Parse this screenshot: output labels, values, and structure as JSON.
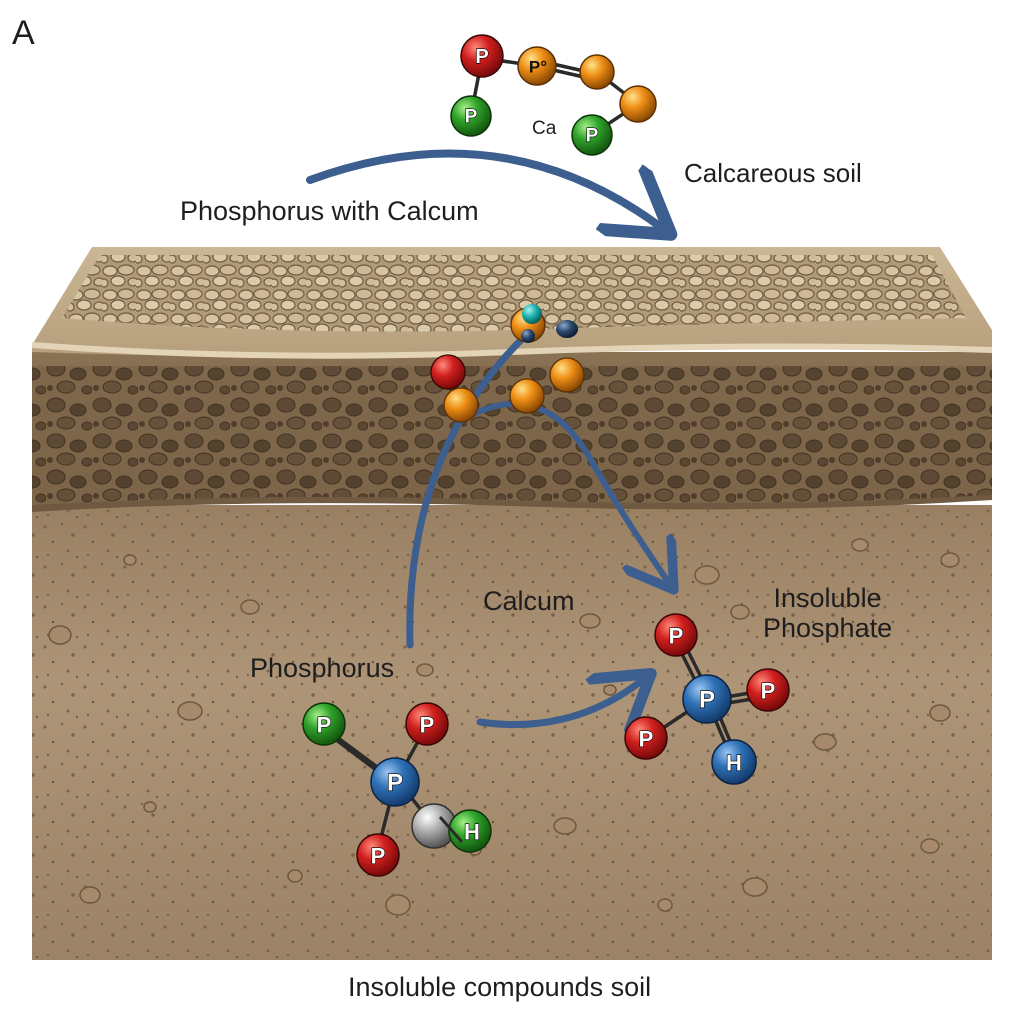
{
  "panel_letter": "A",
  "labels": {
    "phosphorus_with_calcium": "Phosphorus with Calcum",
    "calcareous_soil": "Calcareous soil",
    "calcium": "Calcum",
    "insoluble_phosphate": "Insoluble\nPhosphate",
    "phosphorus": "Phosphorus",
    "insoluble_compounds_soil": "Insoluble compounds soil",
    "ca_small": "Ca"
  },
  "atoms": {
    "p": "P",
    "h": "H",
    "p_degree": "P°"
  },
  "colors": {
    "phosphorus_red": "#c8161d",
    "phosphorus_green": "#2e9b2a",
    "phosphorus_blue": "#2f6fb3",
    "calcium_orange": "#e88a12",
    "hydrogen_grey": "#9a9a9a",
    "arrow_blue": "#3d5f8f",
    "soil_top": "#c9b493",
    "soil_mid": "#7a6448",
    "soil_deep": "#a48a6c"
  }
}
